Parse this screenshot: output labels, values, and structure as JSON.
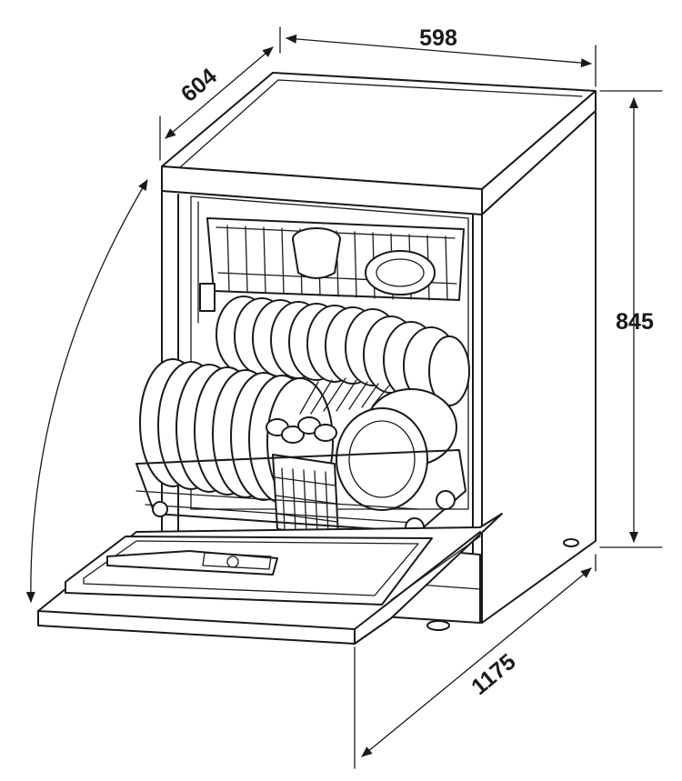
{
  "diagram": {
    "subject": "dishwasher with open door and loaded racks",
    "dimensions": {
      "width": "598",
      "depth": "604",
      "height": "845",
      "open_door_depth": "1175"
    }
  }
}
